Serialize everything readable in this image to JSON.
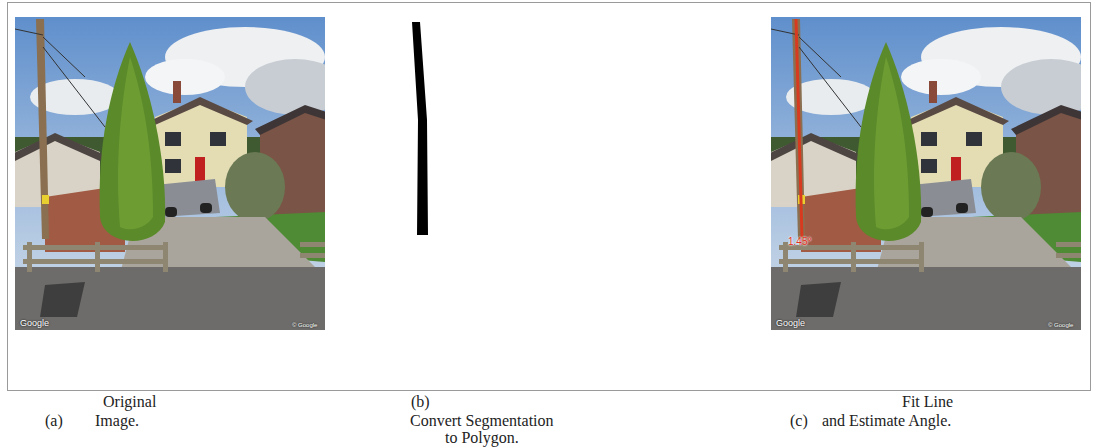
{
  "diagram": {
    "labels": [
      "Google",
      "© Google",
      "1.45°",
      "Google",
      "© Google",
      "Original",
      "(a)",
      "Image.",
      "(b)",
      "Convert Segmentation",
      "to Polygon.",
      "Fit Line",
      "(c)",
      "and Estimate Angle."
    ]
  }
}
